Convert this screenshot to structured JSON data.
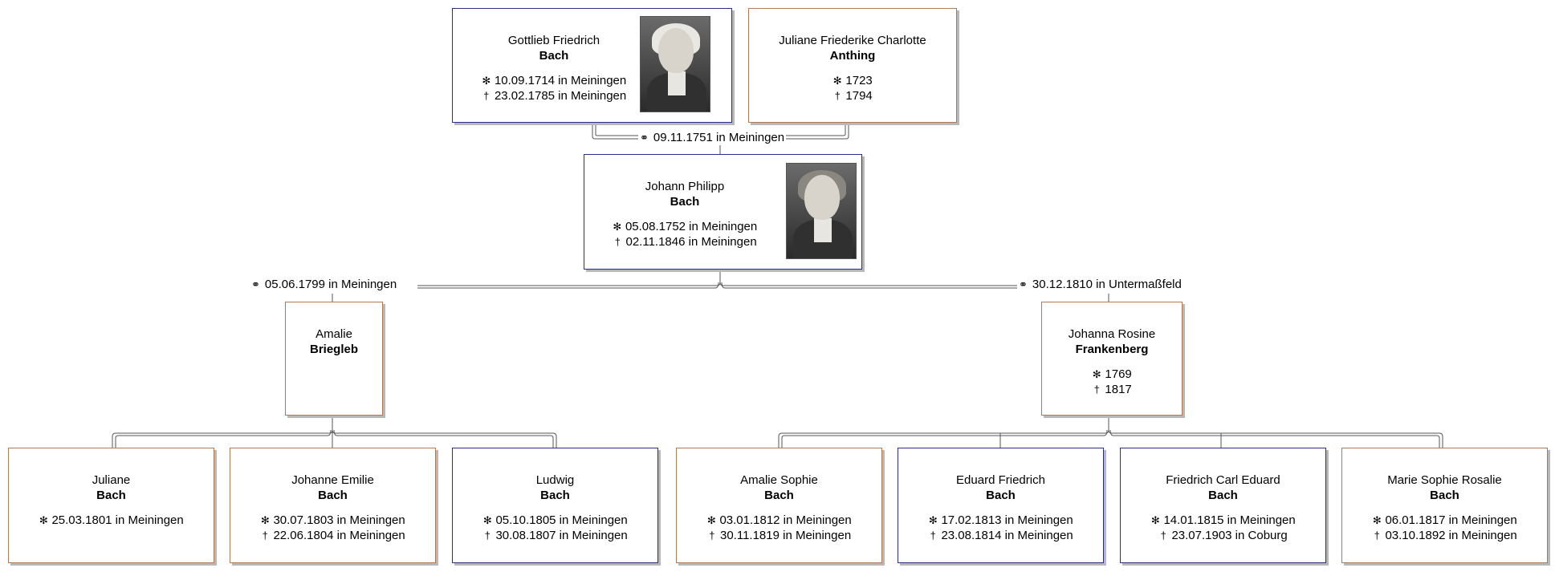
{
  "symbols": {
    "birth": "✻",
    "death": "†",
    "marriage": "⚭"
  },
  "colors": {
    "male_border": "#2b2c8f",
    "female_border": "#b07a56",
    "line": "#555555"
  },
  "persons": {
    "gottlieb": {
      "given": "Gottlieb Friedrich",
      "surname": "Bach",
      "birth": "10.09.1714 in Meiningen",
      "death": "23.02.1785 in Meiningen",
      "photo": "portrait"
    },
    "juliane_anthing": {
      "given": "Juliane Friederike Charlotte",
      "surname": "Anthing",
      "birth": "1723",
      "death": "1794"
    },
    "johann_philipp": {
      "given": "Johann Philipp",
      "surname": "Bach",
      "birth": "05.08.1752 in Meiningen",
      "death": "02.11.1846 in Meiningen",
      "photo": "portrait"
    },
    "amalie_briegleb": {
      "given": "Amalie",
      "surname": "Briegleb"
    },
    "johanna_rosine": {
      "given": "Johanna Rosine",
      "surname": "Frankenberg",
      "birth": "1769",
      "death": "1817"
    },
    "juliane": {
      "given": "Juliane",
      "surname": "Bach",
      "birth": "25.03.1801 in Meiningen"
    },
    "johanne_emilie": {
      "given": "Johanne Emilie",
      "surname": "Bach",
      "birth": "30.07.1803 in Meiningen",
      "death": "22.06.1804 in Meiningen"
    },
    "ludwig": {
      "given": "Ludwig",
      "surname": "Bach",
      "birth": "05.10.1805 in Meiningen",
      "death": "30.08.1807 in Meiningen"
    },
    "amalie_sophie": {
      "given": "Amalie Sophie",
      "surname": "Bach",
      "birth": "03.01.1812 in Meiningen",
      "death": "30.11.1819 in Meiningen"
    },
    "eduard_friedrich": {
      "given": "Eduard Friedrich",
      "surname": "Bach",
      "birth": "17.02.1813 in Meiningen",
      "death": "23.08.1814 in Meiningen"
    },
    "friedrich_carl": {
      "given": "Friedrich Carl Eduard",
      "surname": "Bach",
      "birth": "14.01.1815 in Meiningen",
      "death": "23.07.1903 in Coburg"
    },
    "marie_sophie": {
      "given": "Marie Sophie Rosalie",
      "surname": "Bach",
      "birth": "06.01.1817 in Meiningen",
      "death": "03.10.1892 in Meiningen"
    }
  },
  "marriages": {
    "parents": "09.11.1751 in Meiningen",
    "first": "05.06.1799 in Meiningen",
    "second": "30.12.1810 in Untermaßfeld"
  }
}
